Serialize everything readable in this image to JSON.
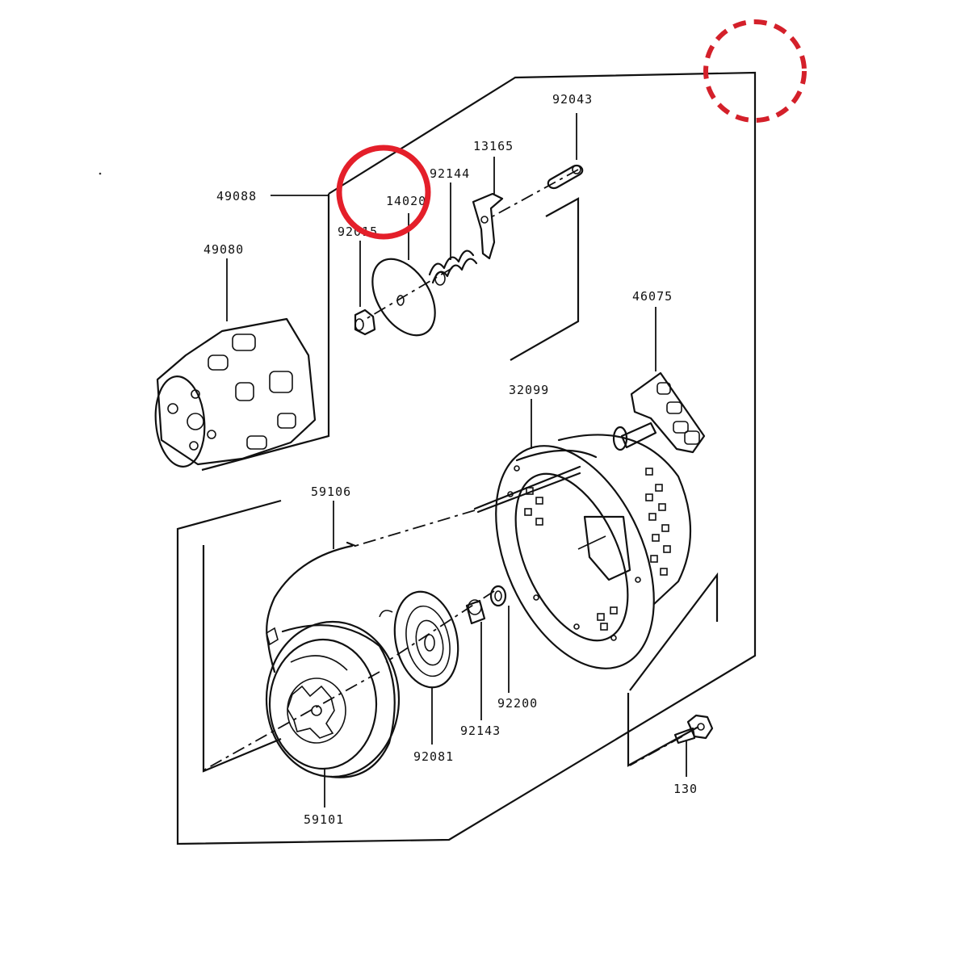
{
  "diagram": {
    "part_numbers": {
      "p92043": "92043",
      "p13165": "13165",
      "p92144": "92144",
      "p14020": "14020",
      "p49088": "49088",
      "p92015": "92015",
      "p49080": "49080",
      "p46075": "46075",
      "p32099": "32099",
      "p59106": "59106",
      "p92200": "92200",
      "p92143": "92143",
      "p92081": "92081",
      "p59101": "59101",
      "p130": "130"
    },
    "markers": {
      "solid_color": "#e41f2a",
      "dashed_color": "#d4202a"
    }
  }
}
